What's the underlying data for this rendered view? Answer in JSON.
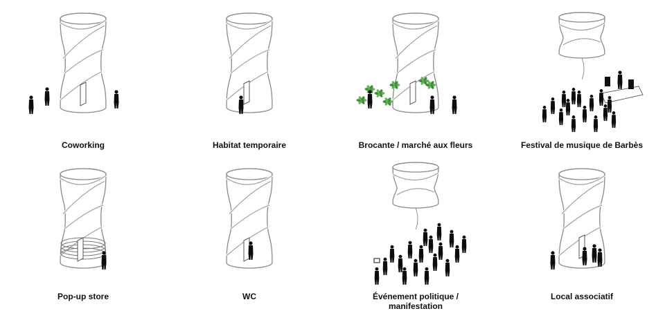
{
  "scenarios": [
    {
      "label": "Coworking",
      "fill": "#f6e4d9",
      "pattern": "dots-pink",
      "variant": "coworking"
    },
    {
      "label": "Habitat temporaire",
      "fill": "#f3ecd8",
      "pattern": "stripes",
      "variant": "habitat"
    },
    {
      "label": "Brocante / marché aux fleurs",
      "fill": "#eef3e6",
      "pattern": "dots-green",
      "variant": "brocante"
    },
    {
      "label": "Festival de musique de Barbès",
      "fill": "#f7efb8",
      "pattern": "lantern",
      "variant": "festival"
    },
    {
      "label": "Pop-up store",
      "fill": "#eef3e6",
      "pattern": "dots-green",
      "variant": "popup"
    },
    {
      "label": "WC",
      "fill": "#e8e8e8",
      "pattern": "plain",
      "variant": "wc"
    },
    {
      "label": "Événement politique / manifestation",
      "fill": "#f7efb8",
      "pattern": "lantern",
      "variant": "politique"
    },
    {
      "label": "Local associatif",
      "fill": "#eef3e6",
      "pattern": "dots-green",
      "variant": "associatif"
    }
  ],
  "colors": {
    "outline": "#8a8a8a",
    "silhouette": "#0d0d0d",
    "plants": "#3f8f3a",
    "label": "#111111"
  }
}
